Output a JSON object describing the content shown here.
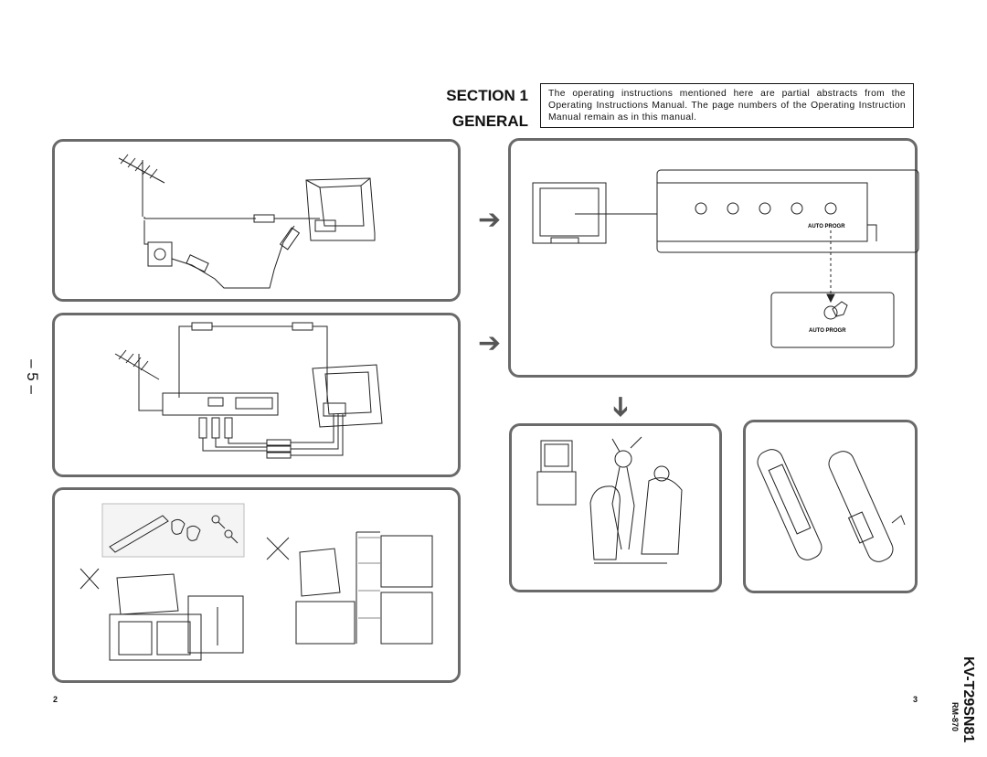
{
  "header": {
    "section_line": "SECTION 1",
    "general_line": "GENERAL",
    "note": "The operating instructions mentioned here are partial abstracts from the Operating Instructions Manual. The page numbers of the Operating Instruction Manual remain as in this manual."
  },
  "labels": {
    "auto_progr_panel": "AUTO PROGR",
    "auto_progr_zoom": "AUTO PROGR"
  },
  "side_page": "– 5 –",
  "page_left": "2",
  "page_right": "3",
  "model": "KV-T29SN81",
  "model_sub": "RM-870"
}
